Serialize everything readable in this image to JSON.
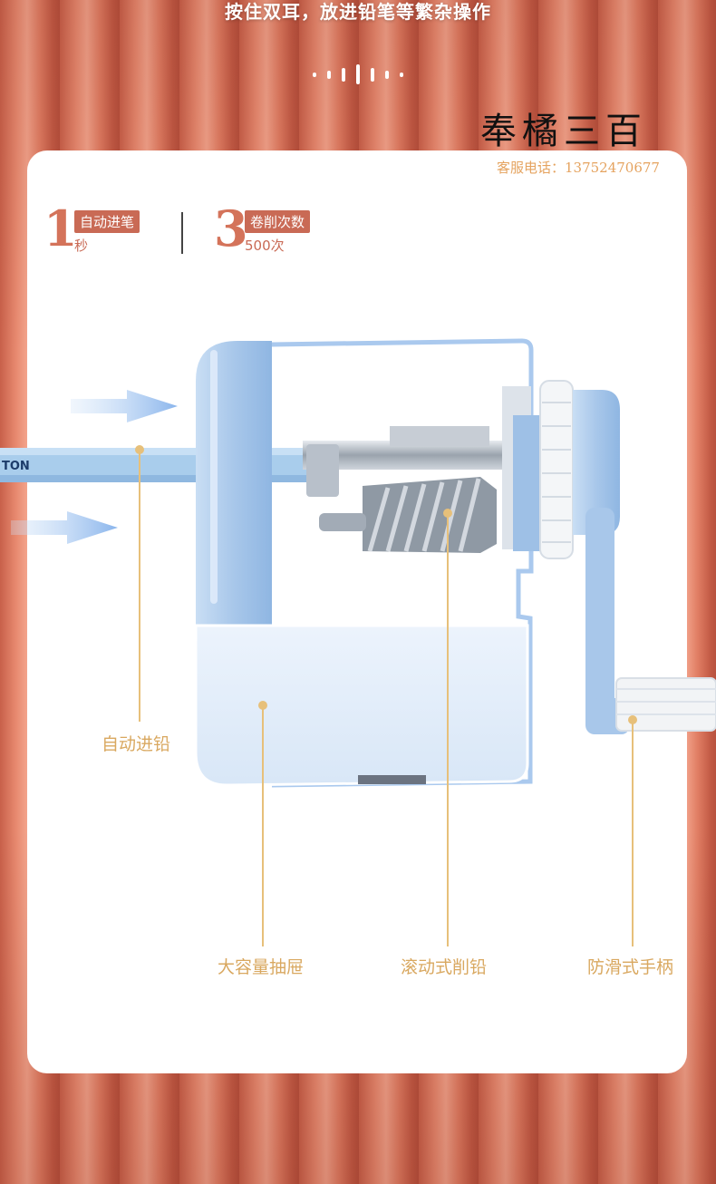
{
  "header": {
    "headline": "按住双耳，放进铅笔等繁杂操作"
  },
  "stats": [
    {
      "number": "1",
      "tag": "自动进笔",
      "sub": "秒"
    },
    {
      "number": "3",
      "tag": "卷削次数",
      "sub": "500次"
    }
  ],
  "brand": {
    "name": "奉橘三百",
    "contact": "客服电话：13752470677"
  },
  "pencil_text": "TON",
  "callouts": {
    "auto_feed": "自动进铅",
    "drawer": "大容量抽屉",
    "rolling_cutter": "滚动式削铅",
    "handle": "防滑式手柄"
  },
  "colors": {
    "curtain": "#d9735b",
    "card": "#ffffff",
    "accent": "#c96a55",
    "callout": "#d9a860",
    "device_blue": "#a9c8ea"
  }
}
